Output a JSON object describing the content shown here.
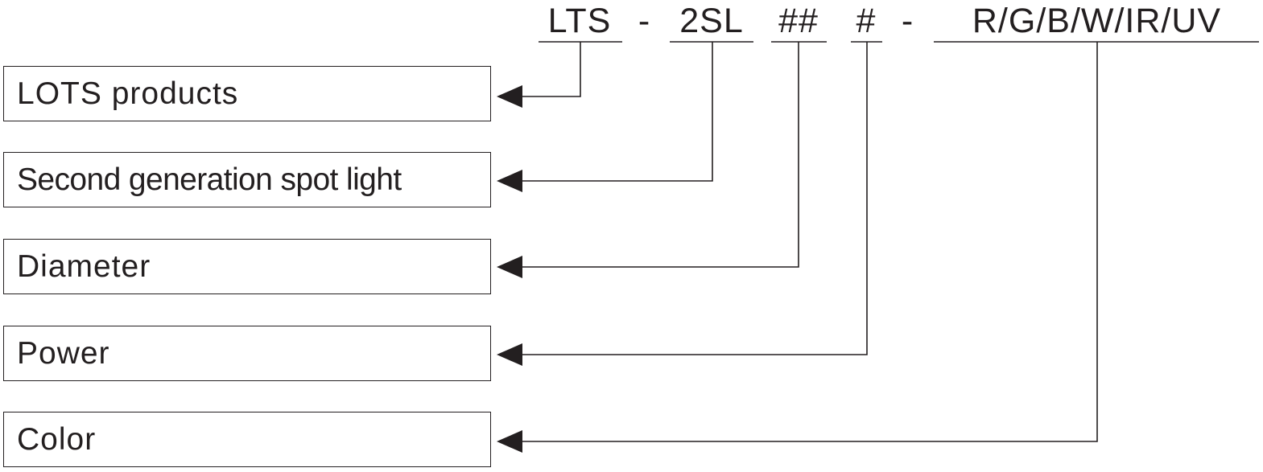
{
  "code": {
    "parts": [
      {
        "id": "lts",
        "text": "LTS"
      },
      {
        "id": "2sl",
        "text": "2SL"
      },
      {
        "id": "diameter",
        "text": "##"
      },
      {
        "id": "power",
        "text": "#"
      },
      {
        "id": "color",
        "text": "R/G/B/W/IR/UV"
      }
    ],
    "separators": [
      "-",
      "-"
    ]
  },
  "labels": [
    {
      "id": "lots-products",
      "text": "LOTS products"
    },
    {
      "id": "second-generation",
      "text": "Second generation spot light"
    },
    {
      "id": "diameter",
      "text": "Diameter"
    },
    {
      "id": "power",
      "text": "Power"
    },
    {
      "id": "color",
      "text": "Color"
    }
  ],
  "colors": {
    "ink": "#231f20",
    "background": "#ffffff"
  }
}
